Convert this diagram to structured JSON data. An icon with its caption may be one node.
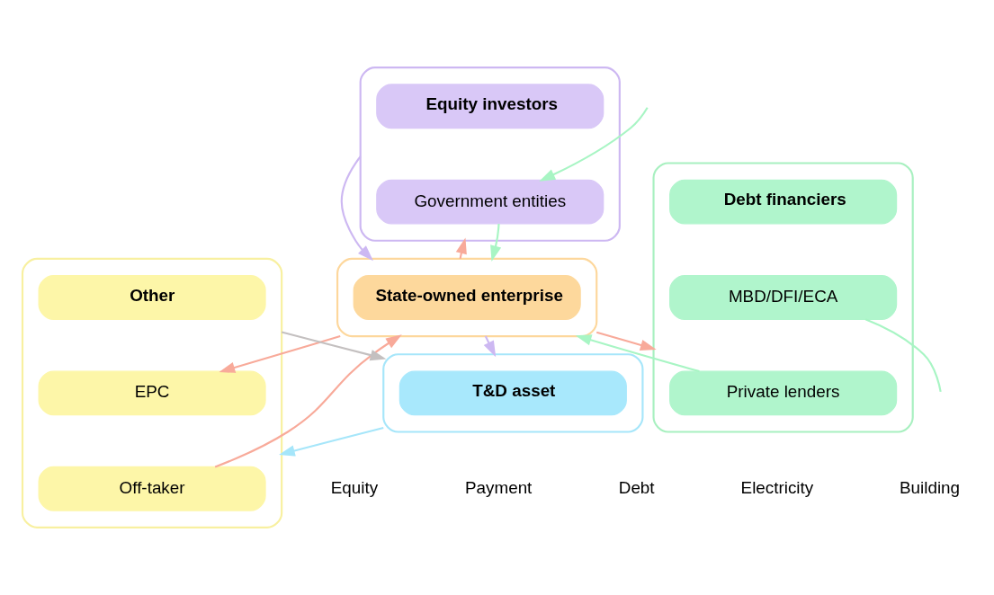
{
  "diagram": {
    "nodes": [
      {
        "text": [],
        "shape": "box"
      },
      {
        "text": [
          "Equity investors"
        ],
        "in": 0
      },
      {
        "text": [
          "Government entities"
        ],
        "in": 0
      },
      {
        "text": [],
        "shape": "box"
      },
      {
        "text": [
          "Other"
        ],
        "in": 3
      },
      {
        "text": [
          "EPC"
        ],
        "in": 3
      },
      {
        "text": [
          "Off-taker"
        ],
        "in": 3
      },
      {
        "text": [],
        "shape": "box"
      },
      {
        "text": [
          "State-owned enterprise"
        ],
        "in": 7
      },
      {
        "text": [],
        "shape": "box"
      },
      {
        "text": [
          "Debt financiers"
        ],
        "in": 9
      },
      {
        "text": [
          "MBD/DFI/ECA"
        ],
        "in": 9
      },
      {
        "text": [
          "Private lenders"
        ],
        "in": 9
      },
      {
        "text": [],
        "shape": "box"
      },
      {
        "text": [
          "T&D asset"
        ],
        "in": 13
      }
    ],
    "edges": [
      {
        "from": null,
        "to": 2,
        "arrow": "to",
        "color": "#a8f5c4"
      },
      {
        "from": 11,
        "to": null,
        "arrow": "none",
        "color": "#a8f5c4"
      },
      {
        "from": 0,
        "to": 7,
        "arrow": "to",
        "color": "#cdb8f2"
      },
      {
        "from": 2,
        "to": 7,
        "arrow": "to",
        "color": "#a8f5c4"
      },
      {
        "from": 7,
        "to": 0,
        "arrow": "to",
        "color": "#f8aa9a"
      },
      {
        "from": 7,
        "to": 5,
        "arrow": "to",
        "color": "#f8aa9a"
      },
      {
        "from": 6,
        "to": 7,
        "arrow": "to",
        "color": "#f8aa9a"
      },
      {
        "from": 7,
        "to": 13,
        "arrow": "to",
        "color": "#cdb8f2"
      },
      {
        "from": 7,
        "to": 9,
        "arrow": "to",
        "color": "#f8aa9a"
      },
      {
        "from": 12,
        "to": 7,
        "arrow": "to",
        "color": "#a8f5c4"
      },
      {
        "from": 13,
        "to": 3,
        "arrow": "to",
        "color": "#a6e6fa"
      },
      {
        "from": 3,
        "to": 13,
        "arrow": "to",
        "color": "#c4c0c0"
      }
    ],
    "legend": [
      {
        "text": "Equity"
      },
      {
        "text": "Payment"
      },
      {
        "text": "Debt"
      },
      {
        "text": "Electricity"
      },
      {
        "text": "Building"
      }
    ]
  }
}
